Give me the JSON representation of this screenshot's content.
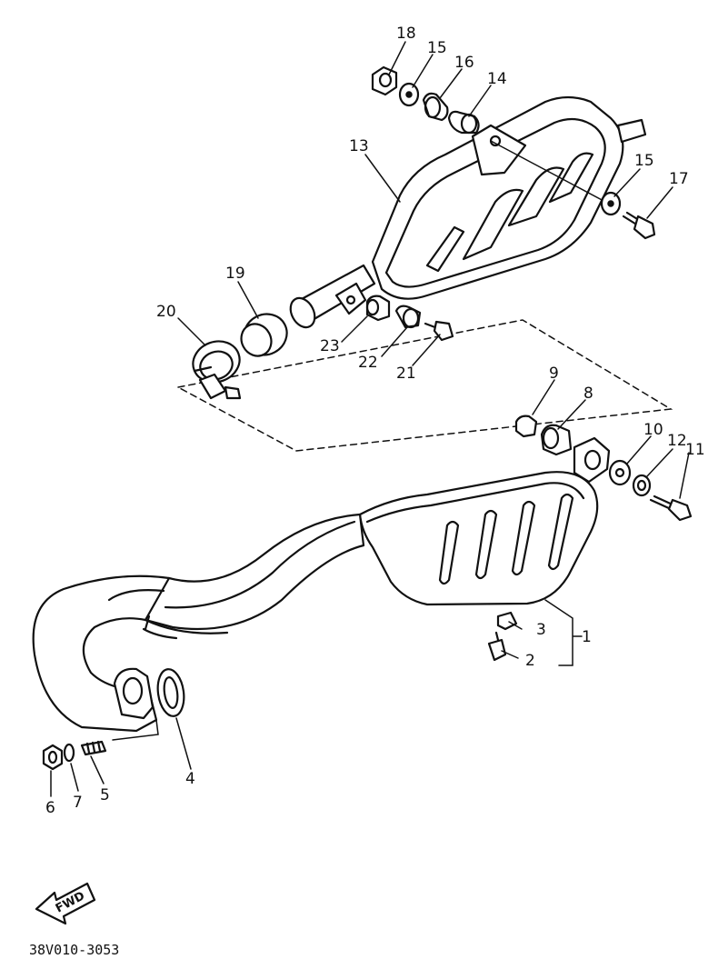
{
  "diagram": {
    "part_code": "38V010-3053",
    "direction_label": "FWD",
    "callouts": {
      "c1": "1",
      "c2": "2",
      "c3": "3",
      "c4": "4",
      "c5": "5",
      "c6": "6",
      "c7": "7",
      "c8": "8",
      "c9": "9",
      "c10": "10",
      "c11": "11",
      "c12": "12",
      "c13": "13",
      "c14": "14",
      "c15a": "15",
      "c15b": "15",
      "c16": "16",
      "c17": "17",
      "c18": "18",
      "c19": "19",
      "c20": "20",
      "c21": "21",
      "c22": "22",
      "c23": "23"
    }
  }
}
